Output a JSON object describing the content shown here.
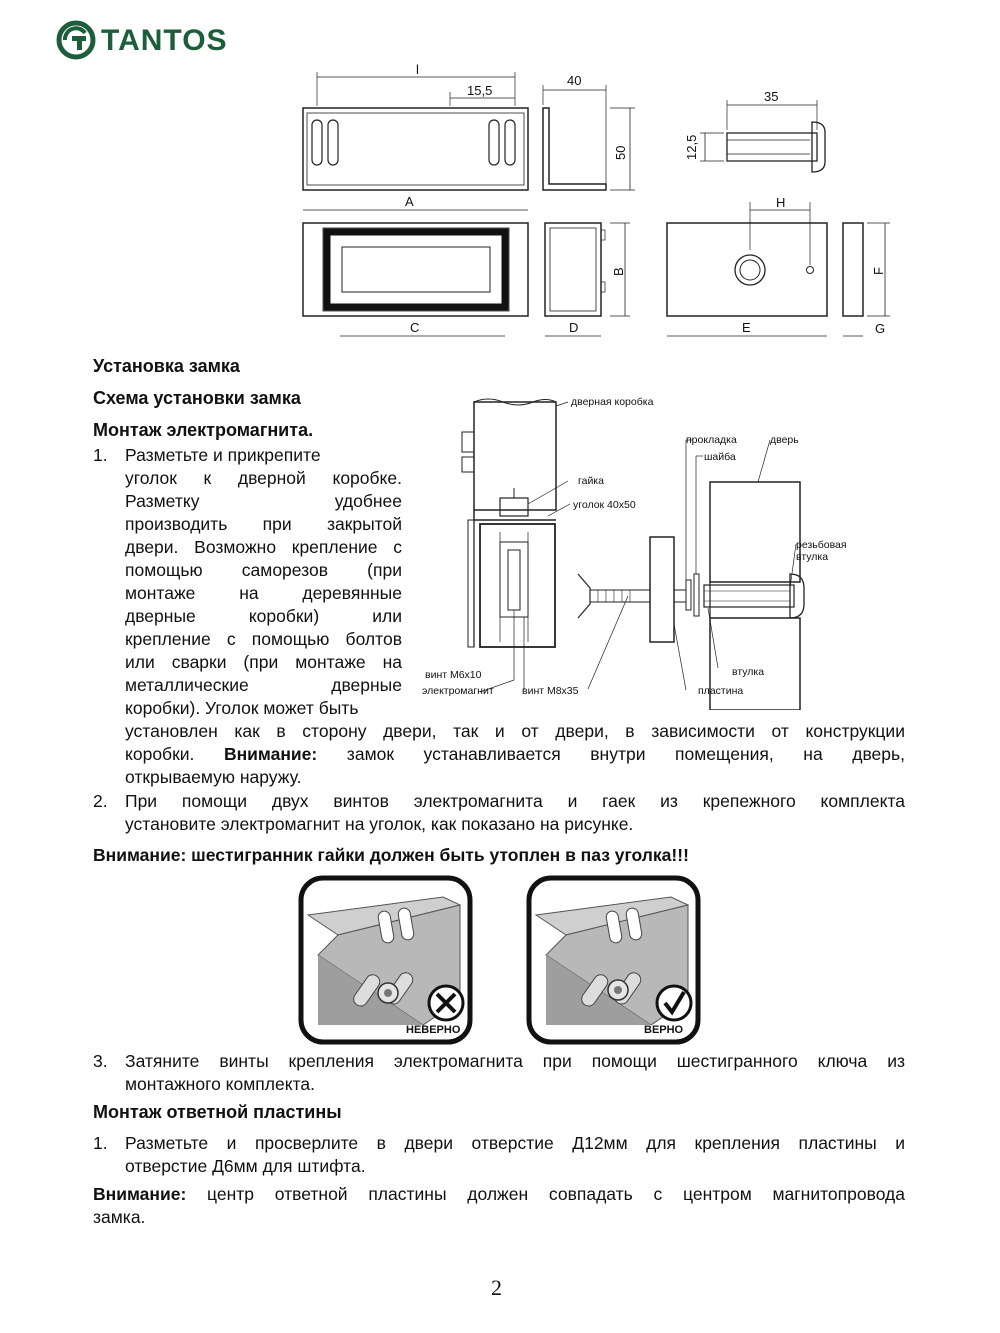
{
  "brand": {
    "name": "TANTOS",
    "color": "#1c5e3a"
  },
  "dimensions": {
    "labels": [
      "l",
      "15,5",
      "40",
      "50",
      "35",
      "12,5",
      "A",
      "B",
      "C",
      "D",
      "E",
      "F",
      "G",
      "H"
    ]
  },
  "headings": {
    "install": "Установка замка",
    "scheme": "Схема установки замка",
    "mount_magnet": "Монтаж электромагнита.",
    "mount_plate": "Монтаж ответной пластины"
  },
  "diagram": {
    "labels": {
      "door_frame": "дверная коробка",
      "nut": "гайка",
      "bracket": "уголок 40х50",
      "gasket": "прокладка",
      "washer": "шайба",
      "door": "дверь",
      "threaded_sleeve_1": "резьбовая",
      "threaded_sleeve_2": "втулка",
      "screw_m6": "винт М6х10",
      "electromagnet": "электромагнит",
      "screw_m8": "винт М8х35",
      "sleeve": "втулка",
      "plate": "пластина"
    }
  },
  "magnet_steps": {
    "step1": {
      "num": "1.",
      "lines_narrow": [
        "Разметьте и прикрепите",
        "уголок к дверной коробке.",
        "Разметку удобнее",
        "производить при закрытой",
        "двери. Возможно крепление с",
        "помощью саморезов (при",
        "монтаже на деревянные",
        "дверные коробки) или",
        "крепление с помощью болтов",
        "или сварки (при монтаже на",
        "металлические дверные",
        "коробки). Уголок может быть"
      ],
      "line_wide": "установлен как в сторону двери, так и от двери, в зависимости от конструкции",
      "warn_pre": "коробки. ",
      "warn_label": "Внимание:",
      "warn_text": " замок устанавливается внутри помещения, на дверь,",
      "warn_end": "открываемую наружу."
    },
    "step2": {
      "num": "2.",
      "line1": "При помощи двух винтов электромагнита и гаек из крепежного комплекта",
      "line2": "установите электромагнит на уголок, как показано на рисунке."
    },
    "hex_warning": "Внимание: шестигранник гайки должен быть утоплен в паз уголка!!!",
    "badges": {
      "wrong": "НЕВЕРНО",
      "right": "ВЕРНО"
    },
    "step3": {
      "num": "3.",
      "line1": "Затяните винты крепления электромагнита при помощи шестигранного ключа из",
      "line2": "монтажного комплекта."
    }
  },
  "plate_steps": {
    "step1": {
      "num": "1.",
      "line1": "Разметьте и просверлите в двери отверстие Д12мм для крепления пластины и",
      "line2": "отверстие Д6мм для штифта."
    },
    "warn_label": "Внимание:",
    "warn_line1": " центр ответной пластины должен совпадать с центром магнитопровода",
    "warn_line2": "замка."
  },
  "page_number": "2"
}
